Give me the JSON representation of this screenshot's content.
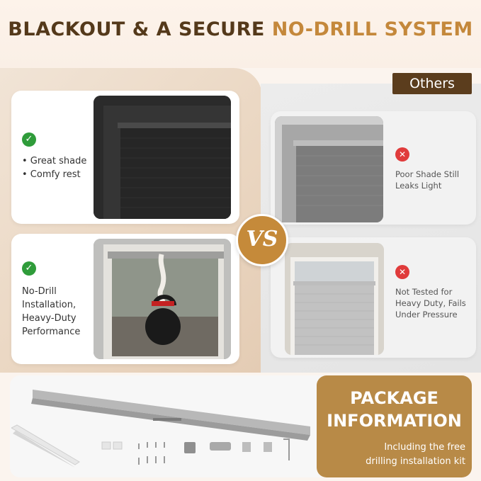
{
  "header": {
    "title_part1": "BLACKOUT & A SECURE ",
    "title_part2": "NO-DRILL SYSTEM"
  },
  "comparison": {
    "others_label": "Others",
    "vs_label": "VS",
    "ours": [
      {
        "bullets": [
          "• Great shade",
          "• Comfy rest"
        ]
      },
      {
        "lines": [
          "No-Drill",
          "Installation,",
          "Heavy-Duty",
          "Performance"
        ]
      }
    ],
    "others": [
      {
        "lines": [
          "Poor Shade Still",
          "Leaks Light"
        ]
      },
      {
        "lines": [
          "Not Tested for",
          "Heavy Duty, Fails",
          "Under Pressure"
        ]
      }
    ]
  },
  "package": {
    "title_line1": "PACKAGE",
    "title_line2": "INFORMATION",
    "subtitle_line1": "Including the free",
    "subtitle_line2": "drilling installation kit"
  },
  "colors": {
    "brand_dark": "#54391a",
    "brand_gold": "#c4883b",
    "check_green": "#2f9c3a",
    "cross_red": "#e03b3b"
  },
  "icons": {
    "check": "check-circle-icon",
    "cross": "cross-circle-icon"
  }
}
